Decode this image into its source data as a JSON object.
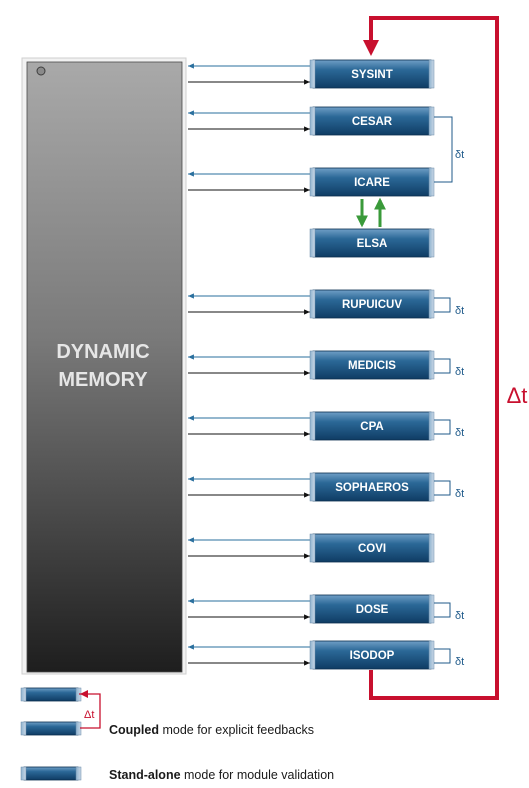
{
  "memory": {
    "line1": "DYNAMIC",
    "line2": "MEMORY"
  },
  "modules": [
    {
      "label": "SYSINT",
      "feedback": "none"
    },
    {
      "label": "CESAR",
      "feedback": "coupled"
    },
    {
      "label": "ICARE",
      "feedback": "coupled"
    },
    {
      "label": "ELSA",
      "feedback": "none"
    },
    {
      "label": "RUPUICUV",
      "feedback": "self"
    },
    {
      "label": "MEDICIS",
      "feedback": "self"
    },
    {
      "label": "CPA",
      "feedback": "self"
    },
    {
      "label": "SOPHAEROS",
      "feedback": "self"
    },
    {
      "label": "COVI",
      "feedback": "none"
    },
    {
      "label": "DOSE",
      "feedback": "self"
    },
    {
      "label": "ISODOP",
      "feedback": "self"
    }
  ],
  "delta_small": "δt",
  "delta_big": "Δt",
  "legend": {
    "delta": "Δt",
    "coupled_bold": "Coupled",
    "coupled_rest": " mode for explicit feedbacks",
    "standalone_bold": "Stand-alone",
    "standalone_rest": " mode for module validation"
  },
  "colors": {
    "module_blue": "#1f5a8a",
    "arrow_blue": "#2a6f9e",
    "global_loop_red": "#c8102e",
    "coupling_green": "#3a9a3a"
  }
}
